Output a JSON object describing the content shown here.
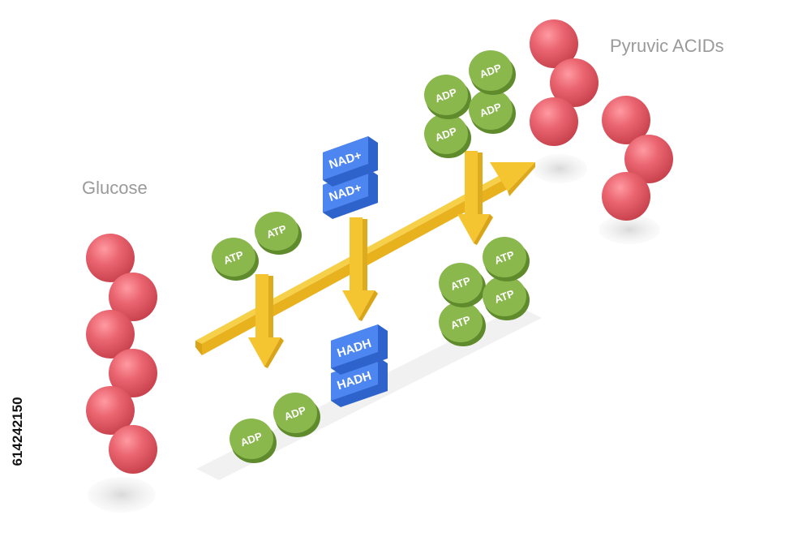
{
  "labels": {
    "glucose": "Glucose",
    "pyruvic_acids": "Pyruvic ACIDs"
  },
  "stock_id": "614242150",
  "molecules": {
    "atp_in": [
      "ATP",
      "ATP"
    ],
    "nad_plus": [
      "NAD+",
      "NAD+"
    ],
    "adp_top": [
      "ADP",
      "ADP",
      "ADP",
      "ADP"
    ],
    "adp_out": [
      "ADP",
      "ADP"
    ],
    "hadh": [
      "HADH",
      "HADH"
    ],
    "atp_out": [
      "ATP",
      "ATP",
      "ATP",
      "ATP"
    ]
  },
  "colors": {
    "glucose_sphere": "#e85d66",
    "token_green": "#8ab84d",
    "token_green_dark": "#5f8b2d",
    "nad_box": "#4d86f0",
    "arrow": "#f4c431"
  }
}
